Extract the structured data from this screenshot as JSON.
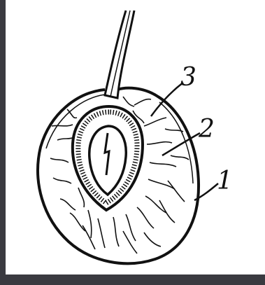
{
  "figure": {
    "labels": {
      "exocarp": "1",
      "mesocarp": "2",
      "endocarp": "3"
    },
    "ink_color": "#111111",
    "paper_color": "#ffffff",
    "frame_color": "#3a3a40"
  }
}
